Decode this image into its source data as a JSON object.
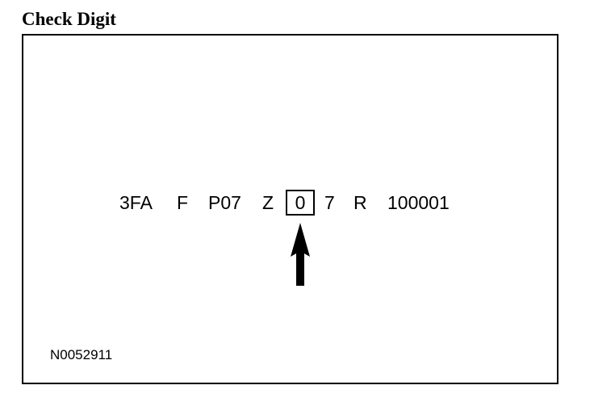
{
  "title": "Check Digit",
  "vin_segments": [
    "3FA",
    "F",
    "P07",
    "Z",
    "0",
    "7",
    "R",
    "100001"
  ],
  "highlighted_segment": "0",
  "figure_code": "N0052911",
  "colors": {
    "ink": "#000000",
    "background": "#ffffff"
  }
}
